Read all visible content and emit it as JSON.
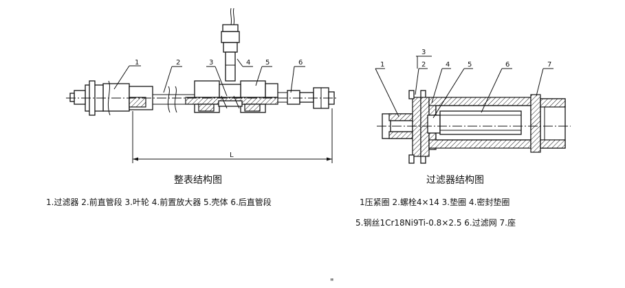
{
  "left_figure": {
    "title": "整表结构图",
    "dimension_label": "L",
    "part_numbers": [
      "1",
      "2",
      "3",
      "4",
      "5",
      "6"
    ],
    "legend": "1.过滤器 2.前直管段 3.叶轮 4.前置放大器 5.壳体 6.后直管段"
  },
  "right_figure": {
    "title": "过滤器结构图",
    "part_numbers": [
      "1",
      "2",
      "3",
      "4",
      "5",
      "6",
      "7"
    ],
    "legend_line1": "1压紧圈  2.螺栓4×14  3.垫圈  4.密封垫圈",
    "legend_line2": "5.钢丝1Cr18Ni9Ti-0.8×2.5  6.过滤网  7.座"
  },
  "stray_mark": "\""
}
